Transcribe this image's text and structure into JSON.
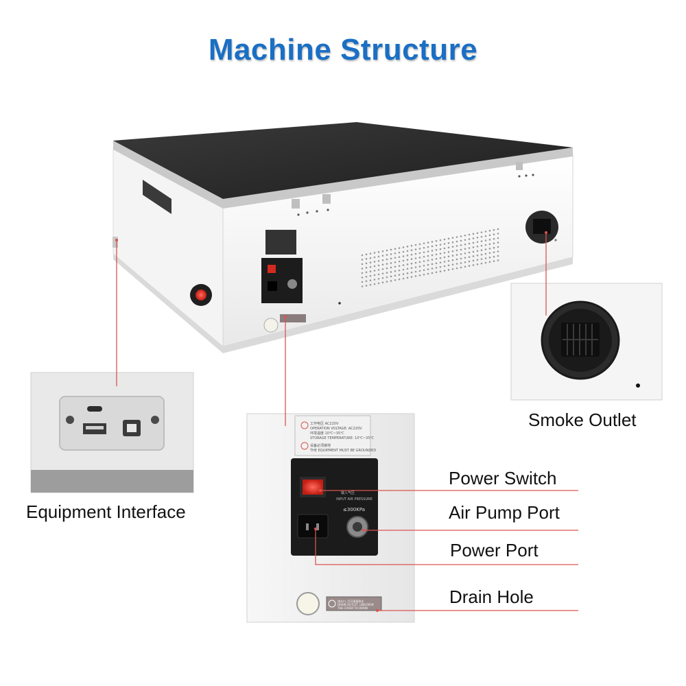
{
  "title": "Machine Structure",
  "labels": {
    "smoke_outlet": "Smoke Outlet",
    "equipment_interface": "Equipment Interface",
    "power_switch": "Power Switch",
    "air_pump_port": "Air Pump Port",
    "power_port": "Power Port",
    "drain_hole": "Drain Hole"
  },
  "panel_text": {
    "voltage_cn": "工作电压 AC220V",
    "voltage_en": "OPERATION VOLTAGE: AC220V",
    "temp_cn": "环境温度 10℃~35℃",
    "temp_en": "STORAGE TEMPERATURE: 10℃~35℃",
    "ground_cn": "设备必须接地",
    "ground_en": "THE EQUIPMENT MUST BE GROUNDED",
    "air_cn": "输入气压",
    "air_en": "INPUT AIR PRESSURE",
    "air_value": "≤300KPa",
    "drain_cn": "排水口, 打开直接排水",
    "drain_en1": "DRAIN OUTLET, UNSCREW",
    "drain_en2": "THE COVER TO DRAIN"
  },
  "colors": {
    "title": "#1a6fc4",
    "callout_line": "#d9534f",
    "top_glass": "#2a2a2a",
    "body": "#f2f2f2"
  },
  "icons": [
    "power-switch-icon",
    "usb-a-icon",
    "usb-b-icon",
    "usb-c-icon",
    "warning-icon",
    "ground-icon"
  ]
}
